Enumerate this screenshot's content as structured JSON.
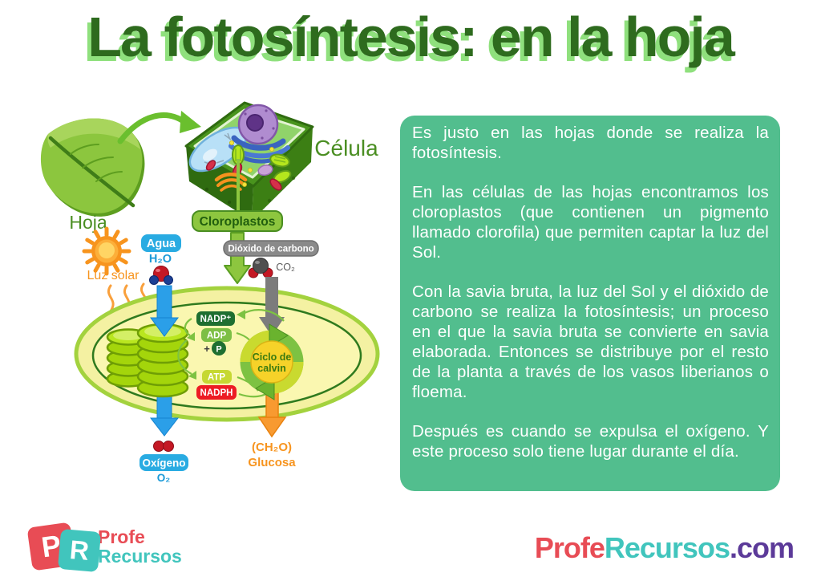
{
  "header": {
    "title": "La fotosíntesis: en la hoja"
  },
  "diagram": {
    "labels": {
      "hoja": "Hoja",
      "celula": "Célula",
      "cloroplastos": "Cloroplastos",
      "luz_solar": "Luz solar",
      "agua": "Agua",
      "agua_formula": "H₂O",
      "dioxido": "Dióxido de carbono",
      "dioxido_formula": "CO₂",
      "nadp": "NADP⁺",
      "adp": "ADP",
      "plus": "+",
      "p": "P",
      "atp": "ATP",
      "nadph": "NADPH",
      "calvin_1": "Ciclo de",
      "calvin_2": "calvin",
      "oxigeno": "Oxígeno",
      "oxigeno_formula": "O₂",
      "glucosa_formula": "(CH₂O)",
      "glucosa": "Glucosa"
    }
  },
  "panel": {
    "paragraphs": [
      "Es justo en las hojas donde se realiza la fotosíntesis.",
      "En las células de las hojas encontramos los cloroplastos (que contienen un pigmento llamado clorofila) que permiten captar la luz del Sol.",
      "Con la savia bruta, la luz del Sol y el dióxido de carbono se realiza la fotosíntesis; un proceso en el que la savia bruta se convierte en savia elaborada. Entonces se distribuye por el resto de la planta a través de los vasos liberianos o floema.",
      "Después es cuando se expulsa el oxígeno. Y este proceso solo tiene lugar durante el día."
    ]
  },
  "footer": {
    "logo_p": "P",
    "logo_r": "R",
    "brand_line1": "Profe",
    "brand_line2": "Recursos",
    "site_profe": "Profe",
    "site_recursos": "Recursos",
    "site_com": ".com"
  },
  "colors": {
    "title_green": "#2e6b1e",
    "title_shadow": "#8fe07d",
    "panel_green": "#52be8e",
    "brand_red": "#e84c55",
    "brand_teal": "#41c5bd",
    "brand_purple": "#5c3a99",
    "accent_orange": "#f7941e",
    "accent_blue": "#29abe2",
    "leaf_green": "#8cc63e"
  }
}
